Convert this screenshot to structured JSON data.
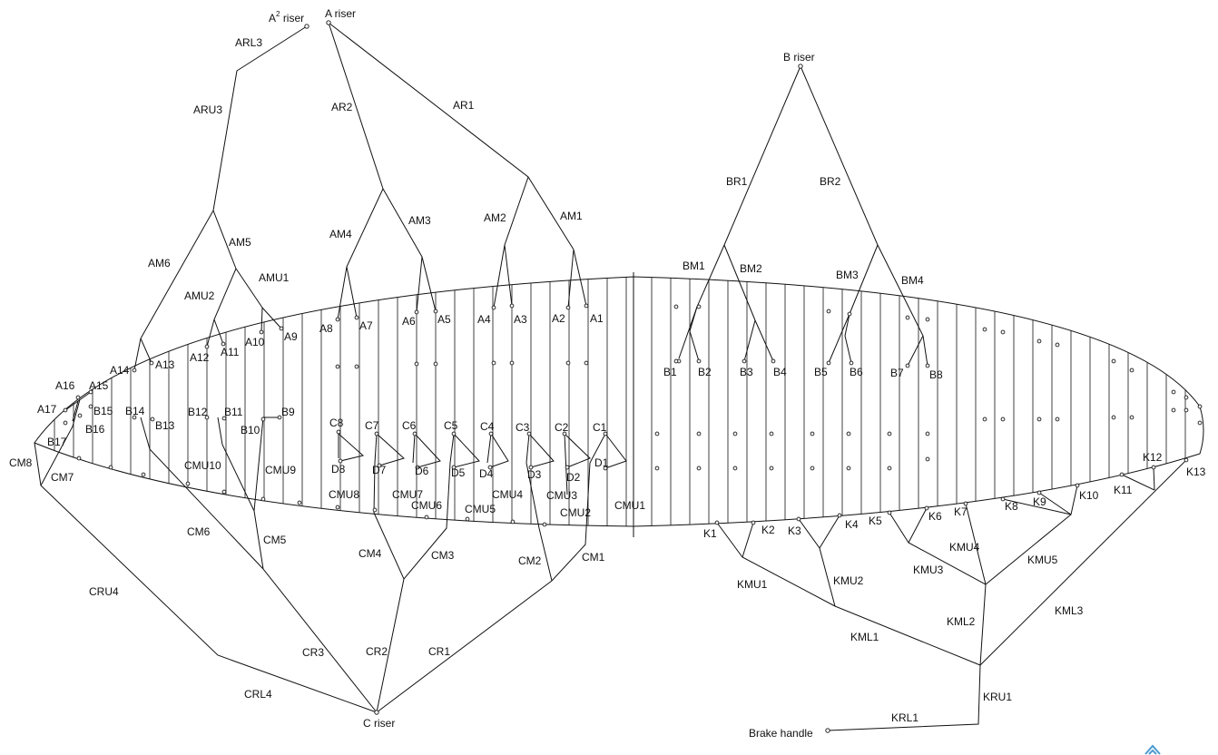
{
  "risers": {
    "a2_riser_base": "A",
    "a2_riser_sup": "2",
    "a2_riser_suffix": "riser",
    "a_riser": "A riser",
    "b_riser": "B riser",
    "c_riser": "C riser",
    "brake_handle": "Brake handle"
  },
  "a_lines": {
    "riser_lines": [
      "ARL3",
      "ARU3",
      "AR2",
      "AR1"
    ],
    "main_lines": [
      "AM6",
      "AM5",
      "AMU1",
      "AMU2",
      "AM4",
      "AM3",
      "AM2",
      "AM1"
    ],
    "attachments": [
      "A1",
      "A2",
      "A3",
      "A4",
      "A5",
      "A6",
      "A7",
      "A8",
      "A9",
      "A10",
      "A11",
      "A12",
      "A13",
      "A14",
      "A15",
      "A16",
      "A17"
    ]
  },
  "b_lines": {
    "riser_lines": [
      "BR1",
      "BR2"
    ],
    "main_lines": [
      "BM1",
      "BM2",
      "BM3",
      "BM4"
    ],
    "attachments": [
      "B1",
      "B2",
      "B3",
      "B4",
      "B5",
      "B6",
      "B7",
      "B8",
      "B9",
      "B10",
      "B11",
      "B12",
      "B13",
      "B14",
      "B15",
      "B16",
      "B17"
    ]
  },
  "c_lines": {
    "riser_lines": [
      "CRU4",
      "CRL4",
      "CR3",
      "CR2",
      "CR1"
    ],
    "main_lines": [
      "CM1",
      "CM2",
      "CM3",
      "CM4",
      "CM5",
      "CM6",
      "CM7",
      "CM8"
    ],
    "upper_lines": [
      "CMU1",
      "CMU2",
      "CMU3",
      "CMU4",
      "CMU5",
      "CMU6",
      "CMU7",
      "CMU8",
      "CMU9",
      "CMU10"
    ],
    "attachments": [
      "C1",
      "C2",
      "C3",
      "C4",
      "C5",
      "C6",
      "C7",
      "C8"
    ]
  },
  "d_lines": {
    "attachments": [
      "D1",
      "D2",
      "D3",
      "D4",
      "D5",
      "D6",
      "D7",
      "D8"
    ]
  },
  "k_lines": {
    "riser_lines": [
      "KRU1",
      "KRL1"
    ],
    "lower_lines": [
      "KML1",
      "KML2",
      "KML3"
    ],
    "upper_lines": [
      "KMU1",
      "KMU2",
      "KMU3",
      "KMU4",
      "KMU5"
    ],
    "attachments": [
      "K1",
      "K2",
      "K3",
      "K4",
      "K5",
      "K6",
      "K7",
      "K8",
      "K9",
      "K10",
      "K11",
      "K12",
      "K13"
    ]
  }
}
